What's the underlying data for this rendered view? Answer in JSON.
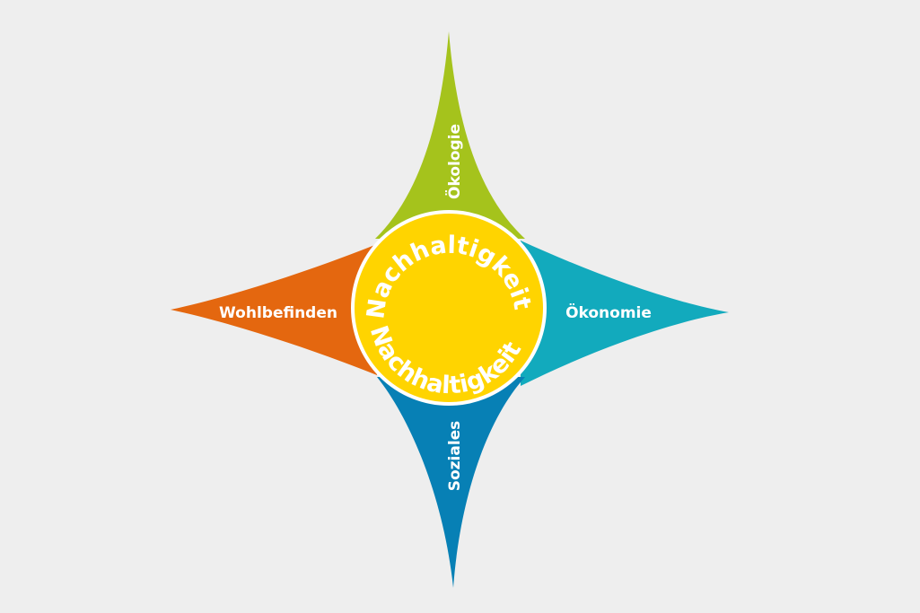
{
  "center": {
    "label_top": "Nachhaltigkeit",
    "label_bottom": "Nachhaltigkeit"
  },
  "arms": {
    "top": {
      "label": "Ökologie"
    },
    "right": {
      "label": "Ökonomie"
    },
    "bottom": {
      "label": "Soziales"
    },
    "left": {
      "label": "Wohlbefinden"
    }
  },
  "colors": {
    "background": "#eeeeee",
    "top": "#a5c31c",
    "right": "#12aabd",
    "bottom": "#0780b5",
    "left": "#e4670f",
    "center": "#ffd400"
  }
}
